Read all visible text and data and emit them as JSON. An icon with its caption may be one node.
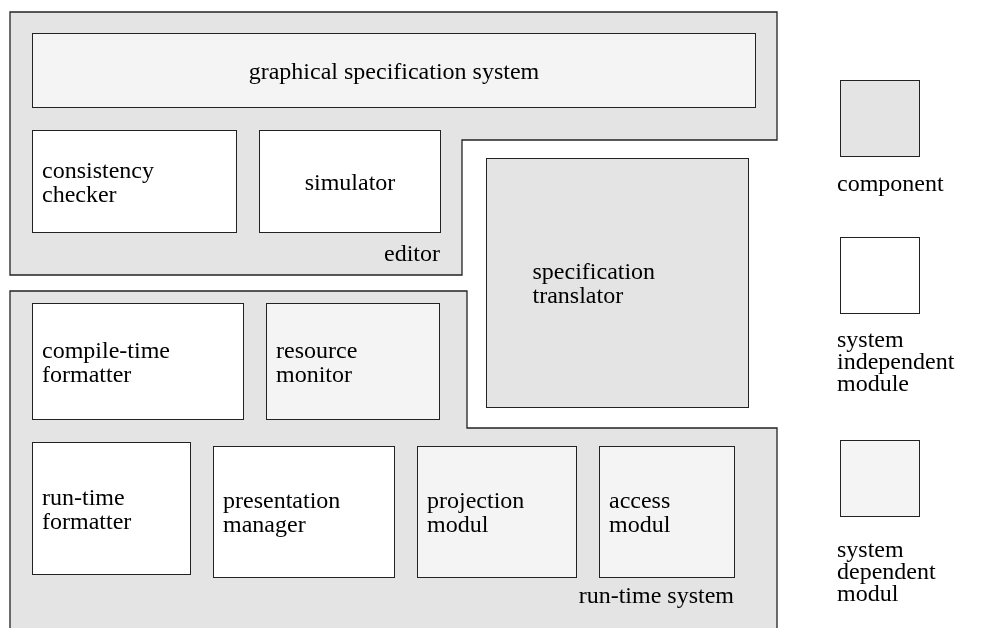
{
  "diagram": {
    "nodes": [
      {
        "text": [
          "editor"
        ]
      },
      {
        "text": [
          "graphical specification system"
        ],
        "in": 0
      },
      {
        "text": [
          "consistency checker"
        ],
        "in": 0
      },
      {
        "text": [
          "simulator"
        ],
        "in": 0
      },
      {
        "text": [
          "specification translator"
        ]
      },
      {
        "text": [
          "run-time system"
        ]
      },
      {
        "text": [
          "compile-time formatter"
        ],
        "in": 5
      },
      {
        "text": [
          "resource monitor"
        ],
        "in": 5
      },
      {
        "text": [
          "run-time formatter"
        ],
        "in": 5
      },
      {
        "text": [
          "presentation manager"
        ],
        "in": 5
      },
      {
        "text": [
          "projection modul"
        ],
        "in": 5
      },
      {
        "text": [
          "access modul"
        ],
        "in": 5
      }
    ],
    "legend": [
      {
        "text": "component",
        "color": "#e4e4e4"
      },
      {
        "text": "system independent module",
        "color": "#ffffff"
      },
      {
        "text": "system dependent modul",
        "color": "#f4f4f4"
      }
    ]
  }
}
